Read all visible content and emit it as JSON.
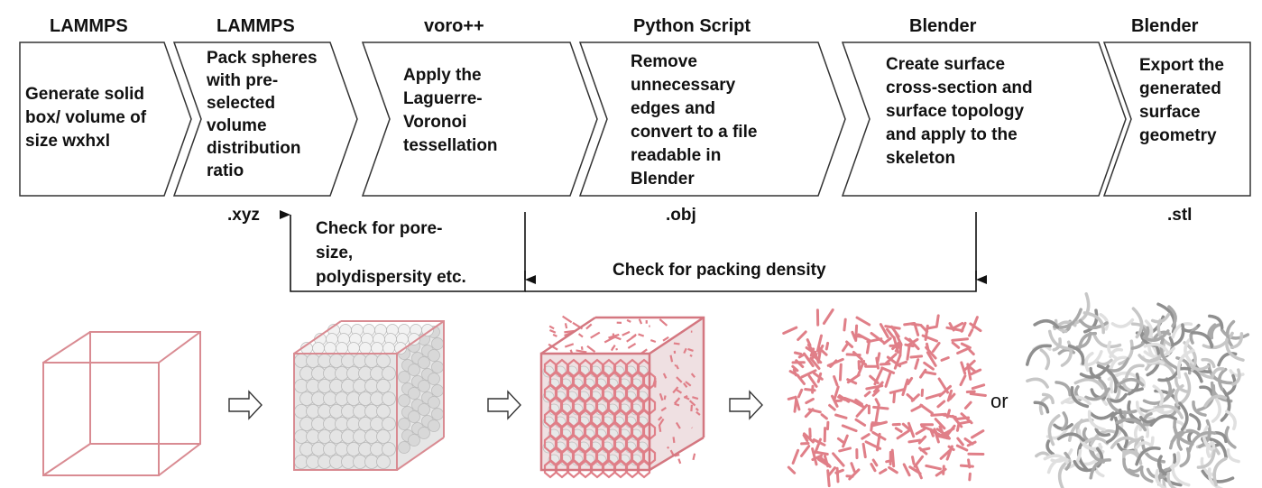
{
  "tools": [
    "LAMMPS",
    "LAMMPS",
    "voro++",
    "Python Script",
    "Blender",
    "Blender"
  ],
  "steps": [
    "Generate solid box/ volume of size wxhxl",
    "Pack spheres with pre-selected volume distribution ratio",
    "Apply the Laguerre-Voronoi tessellation",
    "Remove unnecessary edges and convert to a file readable in Blender",
    "Create surface cross-section and surface topology and apply to the skeleton",
    "Export the generated surface geometry"
  ],
  "step_lines": [
    [
      "Generate solid",
      "box/ volume of",
      "size wxhxl"
    ],
    [
      "Pack spheres",
      "with pre-",
      "selected",
      "volume",
      "distribution",
      "ratio"
    ],
    [
      "Apply the",
      "Laguerre-",
      "Voronoi",
      "tessellation"
    ],
    [
      "Remove",
      "unnecessary",
      "edges and",
      "convert to a file",
      "readable in",
      "Blender"
    ],
    [
      "Create surface",
      "cross-section and",
      "surface topology",
      "and apply to the",
      "skeleton"
    ],
    [
      "Export the",
      "generated",
      "surface",
      "geometry"
    ]
  ],
  "file_extensions": [
    ".xyz",
    ".obj",
    ".stl"
  ],
  "checks": {
    "pore_check_lines": [
      "Check for pore-",
      "size,",
      "polydispersity etc."
    ],
    "packing_check": "Check for packing density"
  },
  "or_label": "or",
  "colors": {
    "wireframe": "#d98b92",
    "strut": "#e07f88",
    "sphere": "#e4e4e4",
    "sphere_shade": "#b9b9b9",
    "gray_foam": "#bdbdbd",
    "outline": "#222222"
  }
}
